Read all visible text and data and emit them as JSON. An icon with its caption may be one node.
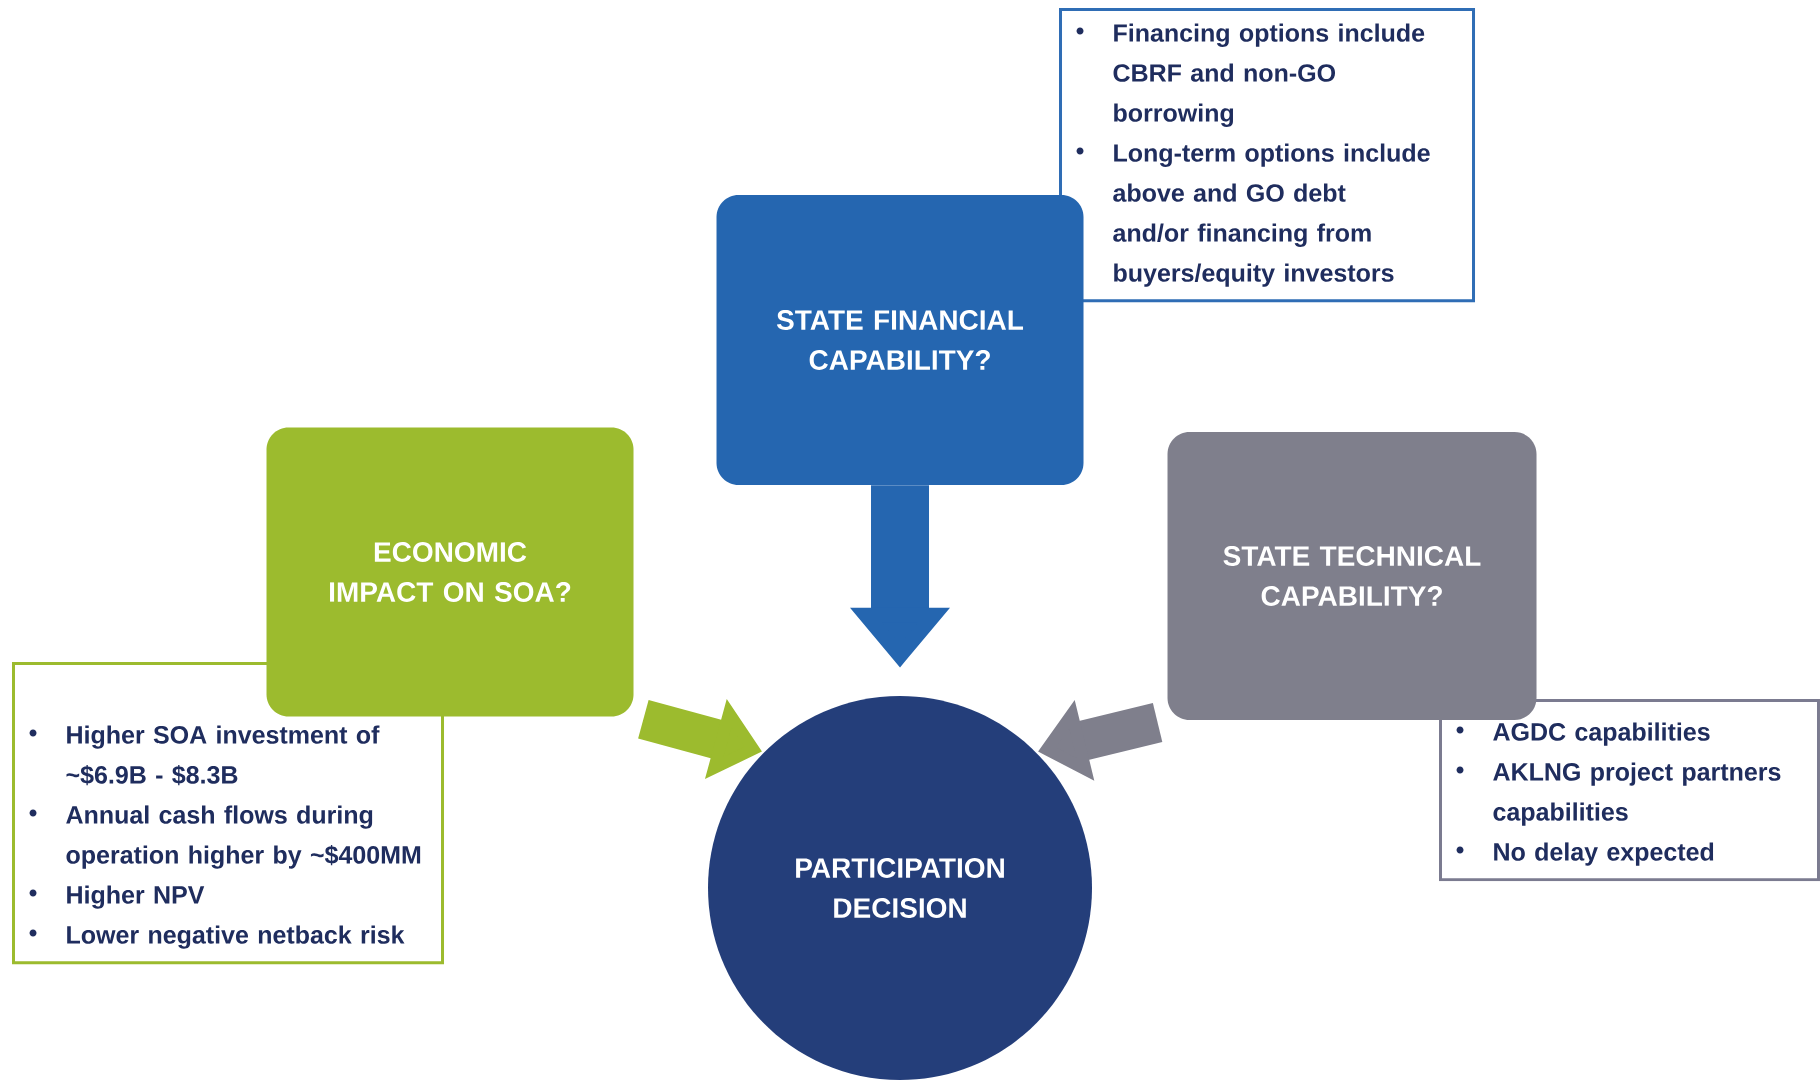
{
  "diagram": {
    "nodes": [
      {
        "text": [
          "Financing options include CBRF and non-GO borrowing",
          "Long-term options include above and GO debt and/or financing from buyers/equity investors"
        ]
      },
      {
        "text": [
          "STATE FINANCIAL CAPABILITY?"
        ]
      },
      {
        "text": [
          "ECONOMIC IMPACT ON SOA?"
        ]
      },
      {
        "text": [
          "STATE TECHNICAL CAPABILITY?"
        ]
      },
      {
        "text": [
          "Higher SOA investment of ~$6.9B - $8.3B",
          "Annual cash flows during operation higher by ~$400MM",
          "Higher NPV",
          "Lower negative netback risk"
        ]
      },
      {
        "text": [
          "PARTICIPATION DECISION"
        ]
      },
      {
        "text": [
          "AGDC capabilities",
          "AKLNG project partners capabilities",
          "No delay expected"
        ]
      }
    ],
    "edges": [
      {
        "from": 1,
        "to": 5,
        "arrow": "to",
        "color": "#2566b0"
      },
      {
        "from": 2,
        "to": 5,
        "arrow": "to",
        "color": "#9cbb2e"
      },
      {
        "from": 3,
        "to": 5,
        "arrow": "to",
        "color": "#7f7f8c"
      }
    ]
  }
}
